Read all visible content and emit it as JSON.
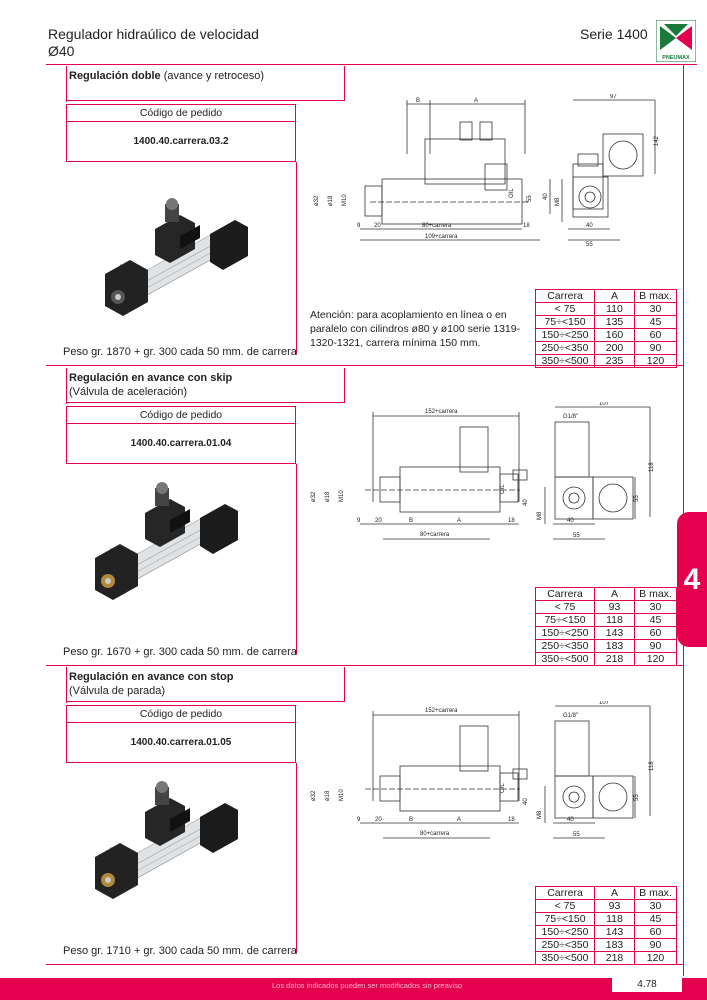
{
  "header": {
    "title_line1": "Regulador hidraúlico de velocidad",
    "title_line2": "Ø40",
    "series": "Serie 1400",
    "logo_text": "PNEUMAX"
  },
  "tab_label": "4",
  "footer": {
    "note": "Los datos indicados pueden ser modificados sin preaviso",
    "page": "4.78"
  },
  "sections": [
    {
      "title_bold": "Regulación doble",
      "title_rest": " (avance y retroceso)",
      "subtitle": "",
      "order_label": "Código de pedido",
      "order_code": "1400.40.carrera.03.2",
      "weight": "Peso gr. 1870 + gr. 300 cada 50 mm. de carrera",
      "note": "Atención: para acoplamiento en línea o en paralelo con cilindros ø80 y ø100 serie 1319-1320-1321, carrera mínima 150 mm.",
      "dims": {
        "B": "B",
        "A": "A",
        "d97": "97",
        "d142": "142",
        "d40v": "40",
        "d55v": "55",
        "M8": "M8",
        "d9": "9",
        "d20": "20",
        "stroke80": "80+carrera",
        "d18": "18",
        "stroke109": "109+carrera",
        "d40h": "40",
        "d55h": "55",
        "oil": "OIL",
        "phi32": "ø32",
        "phi18": "ø18",
        "M10": "M10"
      },
      "table": {
        "headers": [
          "Carrera",
          "A",
          "B max."
        ],
        "rows": [
          [
            "< 75",
            "110",
            "30"
          ],
          [
            "75÷<150",
            "135",
            "45"
          ],
          [
            "150÷<250",
            "160",
            "60"
          ],
          [
            "250÷<350",
            "200",
            "90"
          ],
          [
            "350÷<500",
            "235",
            "120"
          ]
        ]
      }
    },
    {
      "title_bold": "Regulación en avance con skip",
      "title_rest": "",
      "subtitle": "(Válvula de aceleración)",
      "order_label": "Código de pedido",
      "order_code": "1400.40.carrera.01.04",
      "weight": "Peso gr. 1670 + gr. 300 cada 50 mm. de carrera",
      "note": "",
      "dims": {
        "stroke152": "152+carrera",
        "d107": "107",
        "G18": "G1/8\"",
        "d118": "118",
        "d55v": "55",
        "d40v": "40",
        "M8": "M8",
        "d9": "9",
        "d20": "20",
        "B": "B",
        "A": "A",
        "d18": "18",
        "stroke80": "80+carrera",
        "d40h": "40",
        "d55h": "55",
        "oil": "OIL",
        "phi32": "ø32",
        "phi18": "ø18",
        "M10": "M10"
      },
      "table": {
        "headers": [
          "Carrera",
          "A",
          "B max."
        ],
        "rows": [
          [
            "< 75",
            "93",
            "30"
          ],
          [
            "75÷<150",
            "118",
            "45"
          ],
          [
            "150÷<250",
            "143",
            "60"
          ],
          [
            "250÷<350",
            "183",
            "90"
          ],
          [
            "350÷<500",
            "218",
            "120"
          ]
        ]
      }
    },
    {
      "title_bold": "Regulación en avance con stop",
      "title_rest": "",
      "subtitle": "(Válvula de parada)",
      "order_label": "Código de pedido",
      "order_code": "1400.40.carrera.01.05",
      "weight": "Peso gr. 1710 + gr. 300 cada 50 mm. de carrera",
      "note": "",
      "dims": {
        "stroke152": "152+carrera",
        "d107": "107",
        "G18": "G1/8\"",
        "d118": "118",
        "d55v": "55",
        "d40v": "40",
        "M8": "M8",
        "d9": "9",
        "d20": "20",
        "B": "B",
        "A": "A",
        "d18": "18",
        "stroke80": "80+carrera",
        "d40h": "40",
        "d55h": "55",
        "oil": "OIL",
        "phi32": "ø32",
        "phi18": "ø18",
        "M10": "M10"
      },
      "table": {
        "headers": [
          "Carrera",
          "A",
          "B max."
        ],
        "rows": [
          [
            "< 75",
            "93",
            "30"
          ],
          [
            "75÷<150",
            "118",
            "45"
          ],
          [
            "150÷<250",
            "143",
            "60"
          ],
          [
            "250÷<350",
            "183",
            "90"
          ],
          [
            "350÷<500",
            "218",
            "120"
          ]
        ]
      }
    }
  ],
  "colors": {
    "accent": "#e5004f",
    "logo_green": "#1a7a3a"
  }
}
